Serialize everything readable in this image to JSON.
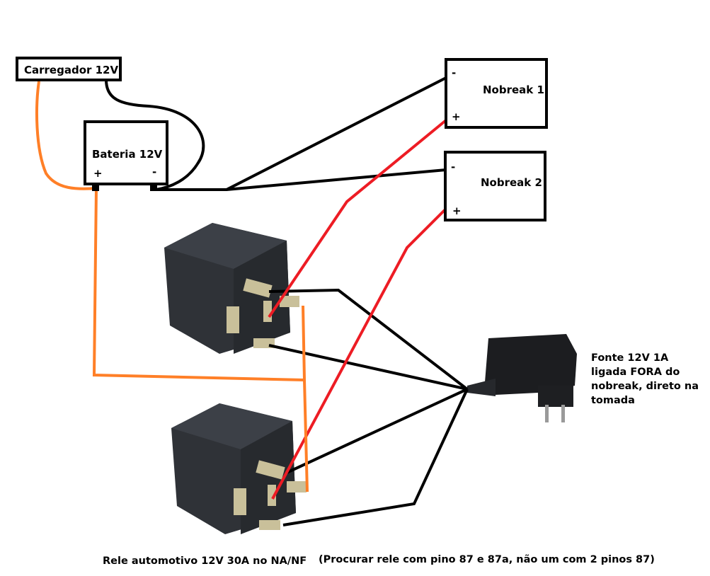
{
  "components": {
    "charger": {
      "label": "Carregador 12V"
    },
    "battery": {
      "label": "Bateria 12V",
      "plus": "+",
      "minus": "-"
    },
    "ups1": {
      "label": "Nobreak 1",
      "minus": "-",
      "plus": "+"
    },
    "ups2": {
      "label": "Nobreak 2",
      "minus": "-",
      "plus": "+"
    },
    "power_supply": {
      "label_lines": [
        "Fonte 12V 1A",
        "ligada FORA do",
        "nobreak, direto na",
        "tomada"
      ]
    },
    "relays": {
      "count": 2
    }
  },
  "captions": {
    "relay": "Rele automotivo 12V 30A no NA/NF",
    "note": "(Procurar rele com pino 87 e 87a, não um com 2 pinos 87)"
  },
  "wire_colors": {
    "positive_battery": "#ff7f27",
    "ups_positive": "#ed1c24",
    "negative_control": "#000000"
  }
}
